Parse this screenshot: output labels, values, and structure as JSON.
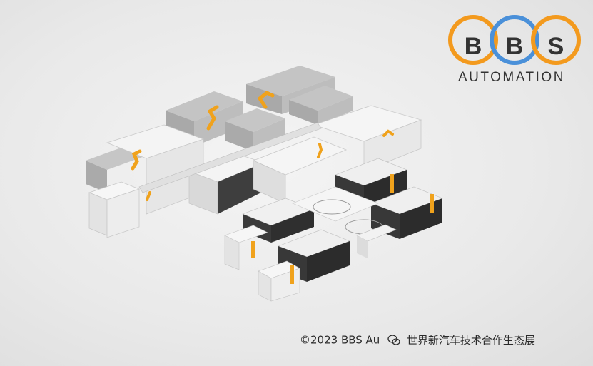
{
  "brand": {
    "logo_letters": [
      "B",
      "B",
      "S"
    ],
    "logo_subtitle": "AUTOMATION",
    "ring_colors": [
      "#f39a1e",
      "#4a90d9",
      "#f39a1e"
    ]
  },
  "footer": {
    "copyright": "©2023 BBS Au",
    "watermark": "世界新汽车技术合作生态展"
  },
  "palette": {
    "robot": "#f0a21c",
    "machine_body": "#b8b8b8",
    "machine_white": "#f2f2f2",
    "machine_dark": "#3a3a3a"
  }
}
